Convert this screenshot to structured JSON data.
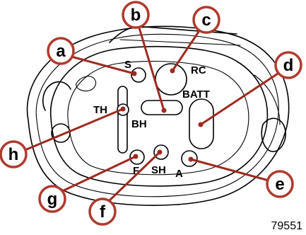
{
  "figure": {
    "number": "79551",
    "accent_color": "#b03a2e"
  },
  "pins": {
    "S": "S",
    "RC": "RC",
    "BATT": "BATT",
    "TH": "TH",
    "BH": "BH",
    "F": "F",
    "SH": "SH",
    "A": "A"
  },
  "callouts": [
    {
      "letter": "a"
    },
    {
      "letter": "b"
    },
    {
      "letter": "c"
    },
    {
      "letter": "d"
    },
    {
      "letter": "e"
    },
    {
      "letter": "f"
    },
    {
      "letter": "g"
    },
    {
      "letter": "h"
    }
  ]
}
